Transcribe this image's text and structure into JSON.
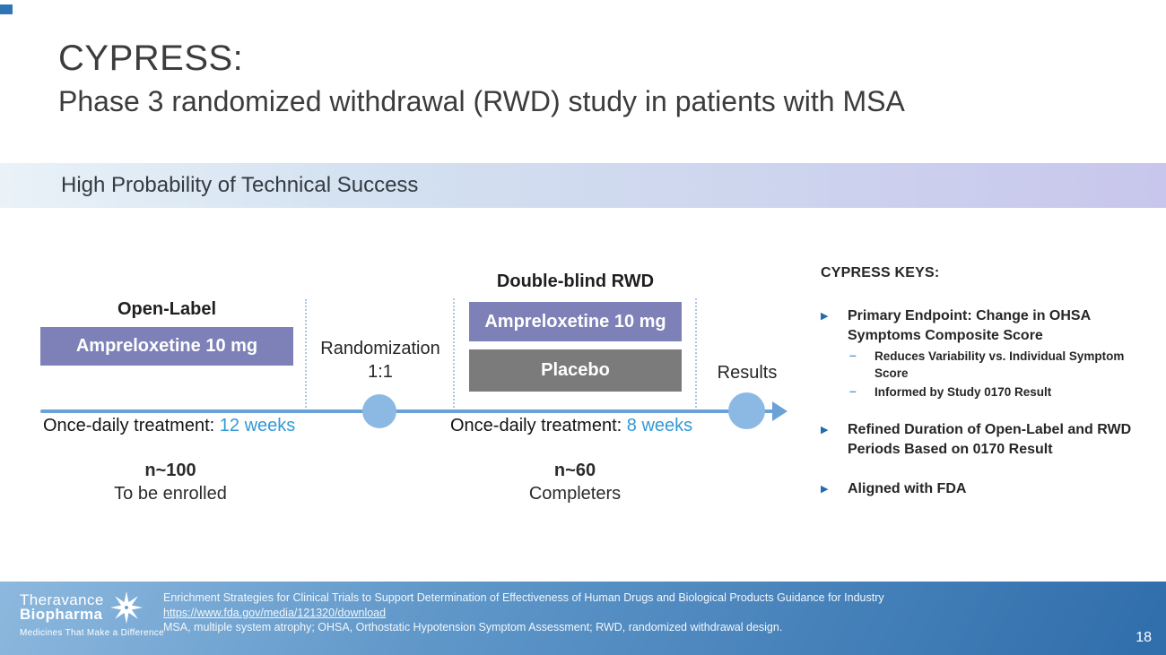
{
  "slide": {
    "title_line1": "CYPRESS:",
    "title_line2": "Phase 3 randomized withdrawal (RWD) study in patients with MSA",
    "banner": "High Probability of Technical Success"
  },
  "diagram": {
    "open_label": {
      "header": "Open-Label",
      "box_label": "Ampreloxetine 10 mg",
      "duration_label": "Once-daily treatment:",
      "duration_value": "12 weeks",
      "n_line1": "n~100",
      "n_line2": "To be enrolled"
    },
    "randomization_line1": "Randomization",
    "randomization_line2": "1:1",
    "double_blind": {
      "header": "Double-blind RWD",
      "box1_label": "Ampreloxetine 10 mg",
      "box2_label": "Placebo",
      "duration_label": "Once-daily treatment:",
      "duration_value": "8 weeks",
      "n_line1": "n~60",
      "n_line2": "Completers"
    },
    "results_label": "Results"
  },
  "keys_panel": {
    "title": "CYPRESS KEYS:",
    "bullet_marker": "▶",
    "sub_marker": "–",
    "bullets": [
      {
        "text": "Primary Endpoint: Change in OHSA Symptoms Composite Score",
        "sub": [
          "Reduces Variability vs. Individual Symptom Score",
          "Informed by Study 0170 Result"
        ]
      },
      {
        "text": "Refined Duration of Open-Label and RWD Periods Based on 0170 Result"
      },
      {
        "text": "Aligned with FDA"
      }
    ]
  },
  "footer": {
    "logo_line1": "Theravance",
    "logo_line2": "Biopharma",
    "logo_tagline": "Medicines That Make a Difference",
    "line1": "Enrichment Strategies for Clinical Trials to Support Determination of Effectiveness of Human Drugs and Biological Products Guidance for Industry",
    "link": "https://www.fda.gov/media/121320/download",
    "line3": "MSA, multiple system atrophy; OHSA, Orthostatic Hypotension Symptom Assessment; RWD, randomized withdrawal design.",
    "page_number": "18"
  },
  "colors": {
    "drug_box_purple": "#7e81b7",
    "placebo_gray": "#7b7b7b",
    "timeline_blue": "#6aa2d8",
    "timeline_dot_blue": "#8cb9e3",
    "duration_value_blue": "#3399d6",
    "bullet_blue": "#1f6cb5",
    "sub_bullet_blue": "#5b9bd5",
    "banner_left": "#eaf2f8",
    "banner_right": "#c8c6ec",
    "footer_top": "#8db8de",
    "footer_bottom": "#2f6dab",
    "corner_accent": "#2e75b6"
  }
}
